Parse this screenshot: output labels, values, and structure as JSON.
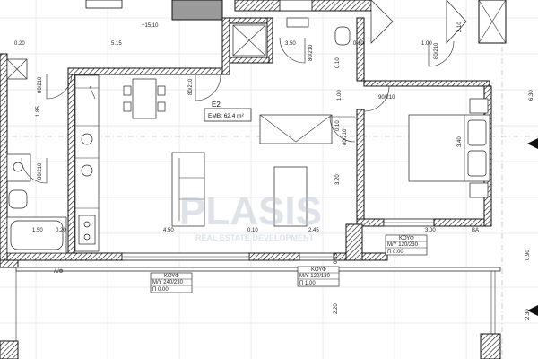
{
  "room": {
    "name": "E2",
    "area": "EMB: 62,4 m²"
  },
  "openings": [
    {
      "name": "ΚΟΥΦ",
      "size": "M/Y 240/230",
      "sill": "Π 0.00"
    },
    {
      "name": "ΚΟΥΦ",
      "size": "M/Y 120/130",
      "sill": "Π 1.00"
    },
    {
      "name": "ΚΟΥΦ",
      "size": "M/Y 120/230",
      "sill": "Π 0.00"
    }
  ],
  "doors": [
    "80/210",
    "80/210",
    "80/210",
    "90/210",
    "80/210",
    "80/210",
    "80/210"
  ],
  "dimensions": {
    "d_20_a": "0.20",
    "d_515": "5.15",
    "d_350": "3.50",
    "d_010_a": "0.10",
    "d_100_a": "1.00",
    "d_210": "2.10",
    "d_630": "6.30",
    "d_100_b": "1.00",
    "d_185": "1.85",
    "d_010_b": "0.10",
    "d_010_c": "0.10",
    "d_340": "3.40",
    "d_320": "3.20",
    "d_150": "1.50",
    "d_020_b": "0.20",
    "d_450": "4.50",
    "d_010_d": "0.10",
    "d_245": "2.45",
    "d_300": "3.00",
    "d_035": "0.35",
    "d_090": "0.90",
    "d_220": "2.20",
    "d_230": "2.30",
    "level": "+15,10"
  },
  "marks": {
    "ap": "A/Φ",
    "ba": "ΒΑ"
  },
  "watermark": {
    "main": "PLASIS",
    "sub": "REAL ESTATE DEVELOPMENT"
  },
  "colors": {
    "wall": "#111111",
    "grid": "#d6d6d6",
    "watermark": "#b5c3cf"
  }
}
